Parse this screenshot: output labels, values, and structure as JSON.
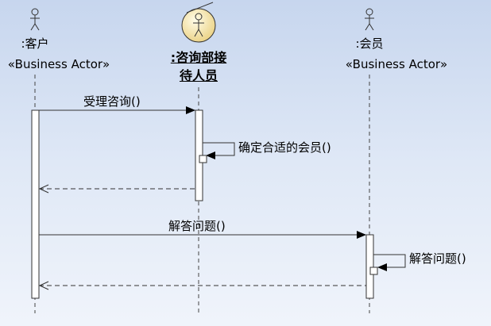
{
  "lifelines": [
    {
      "name": ":客户",
      "stereotype": "«Business Actor»"
    },
    {
      "name_line1": ":咨询部接",
      "name_line2": "待人员"
    },
    {
      "name": ":会员",
      "stereotype": "«Business Actor»"
    }
  ],
  "messages": [
    {
      "label": "受理咨询()"
    },
    {
      "label": "确定合适的会员()"
    },
    {
      "label": "解答问题()"
    },
    {
      "label": "解答问题()"
    }
  ]
}
